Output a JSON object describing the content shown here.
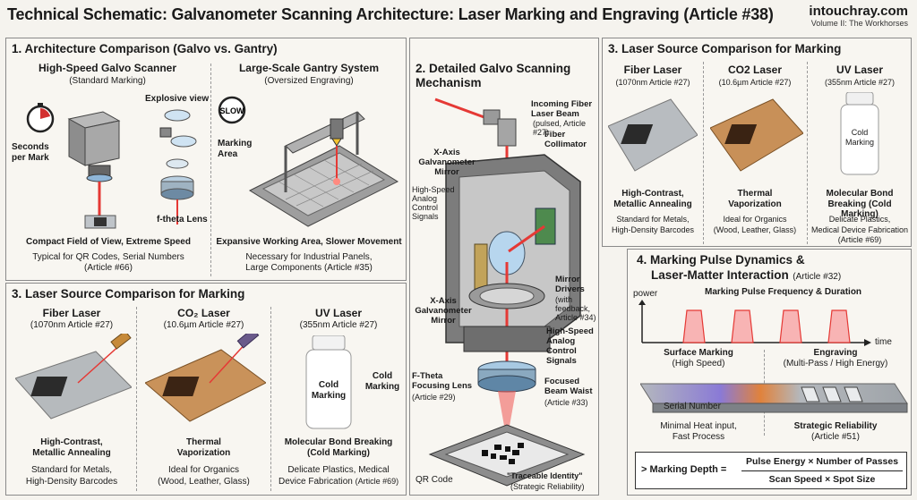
{
  "header": {
    "title": "Technical Schematic: Galvanometer Scanning Architecture: Laser Marking and Engraving (Article #38)",
    "site": "intouchray.com",
    "volume": "Volume II: The Workhorses"
  },
  "section1": {
    "title": "1. Architecture Comparison (Galvo vs. Gantry)",
    "galvo": {
      "name": "High-Speed Galvo Scanner",
      "sub": "(Standard Marking)",
      "explosive": "Explosive view",
      "seconds": "Seconds per Mark",
      "ftheta": "f-theta Lens",
      "caption": "Compact Field of View, Extreme Speed",
      "note1": "Typical for QR Codes, Serial Numbers",
      "note2": "(Article #66)"
    },
    "gantry": {
      "name": "Large-Scale Gantry System",
      "sub": "(Oversized Engraving)",
      "slow": "SLOW",
      "marking_area": "Marking Area",
      "caption": "Expansive Working Area, Slower Movement",
      "note1": "Necessary for Industrial Panels,",
      "note2": "Large Components (Article #35)"
    }
  },
  "section2": {
    "title": "2. Detailed Galvo Scanning Mechanism",
    "incoming": "Incoming Fiber Laser Beam",
    "incoming_sub": "(pulsed, Article #27)",
    "collimator": "Fiber Collimator",
    "xmirror_top": "X-Axis Galvanometer Mirror",
    "analog_small": "High-Speed Analog Control Signals",
    "xmirror_bottom": "X-Axis Galvanometer Mirror",
    "drivers": "Mirror Drivers",
    "drivers_sub": "(with feedback, Article #34)",
    "analog": "High-Speed Analog Control Signals",
    "ftheta": "F-Theta Focusing Lens",
    "ftheta_sub": "(Article #29)",
    "waist": "Focused Beam Waist",
    "waist_sub": "(Article #33)",
    "qr": "QR Code",
    "identity": "\"Traceable Identity\"",
    "identity_sub": "(Strategic Reliability)"
  },
  "section3_bottom": {
    "title": "3. Laser Source Comparison for Marking",
    "fiber": {
      "name": "Fiber Laser",
      "spec": "(1070nm Article #27)",
      "effect1": "High-Contrast,",
      "effect2": "Metallic Annealing",
      "use1": "Standard for Metals,",
      "use2": "High-Density Barcodes"
    },
    "co2": {
      "name": "CO₂ Laser",
      "spec": "(10.6µm Article #27)",
      "effect1": "Thermal",
      "effect2": "Vaporization",
      "use1": "Ideal for Organics",
      "use2": "(Wood, Leather, Glass)"
    },
    "uv": {
      "name": "UV Laser",
      "spec": "(355nm Article #27)",
      "bottle": "Cold Marking",
      "callout": "Cold Marking",
      "effect1": "Molecular Bond Breaking",
      "effect2": "(Cold Marking)",
      "use1": "Delicate Plastics, Medical",
      "use2": "Device Fabrication",
      "use2b": "(Article #69)"
    }
  },
  "section3_top": {
    "title": "3. Laser Source Comparison for Marking",
    "fiber": {
      "name": "Fiber Laser",
      "spec": "(1070nm Article #27)",
      "effect1": "High-Contrast,",
      "effect2": "Metallic Annealing",
      "use1": "Standard for Metals,",
      "use2": "High-Density Barcodes"
    },
    "co2": {
      "name": "CO2 Laser",
      "spec": "(10.6µm Article #27)",
      "effect1": "Thermal",
      "effect2": "Vaporization",
      "use1": "Ideal for Organics",
      "use2": "(Wood, Leather, Glass)"
    },
    "uv": {
      "name": "UV Laser",
      "spec": "(355nm Article #27)",
      "bottle": "Cold Marking",
      "effect1": "Molecular Bond",
      "effect2": "Breaking (Cold Marking)",
      "use1": "Delicate Plastics,",
      "use2": "Medical Device Fabrication",
      "use3": "(Article #69)"
    }
  },
  "section4": {
    "title1": "4. Marking Pulse Dynamics &",
    "title2": "Laser-Matter Interaction",
    "title2_ref": "(Article #32)",
    "power": "power",
    "chart_title": "Marking Pulse Frequency & Duration",
    "time": "time",
    "surface": "Surface Marking",
    "surface_sub": "(High Speed)",
    "engraving": "Engraving",
    "engraving_sub": "(Multi-Pass / High Energy)",
    "serial": "Serial Number",
    "heat1": "Minimal Heat input,",
    "heat2": "Fast Process",
    "reliability": "Strategic Reliability",
    "reliability_sub": "(Article #51)",
    "formula_lhs": "> Marking Depth =",
    "formula_num": "Pulse Energy × Number of Passes",
    "formula_den": "Scan Speed × Spot Size"
  }
}
